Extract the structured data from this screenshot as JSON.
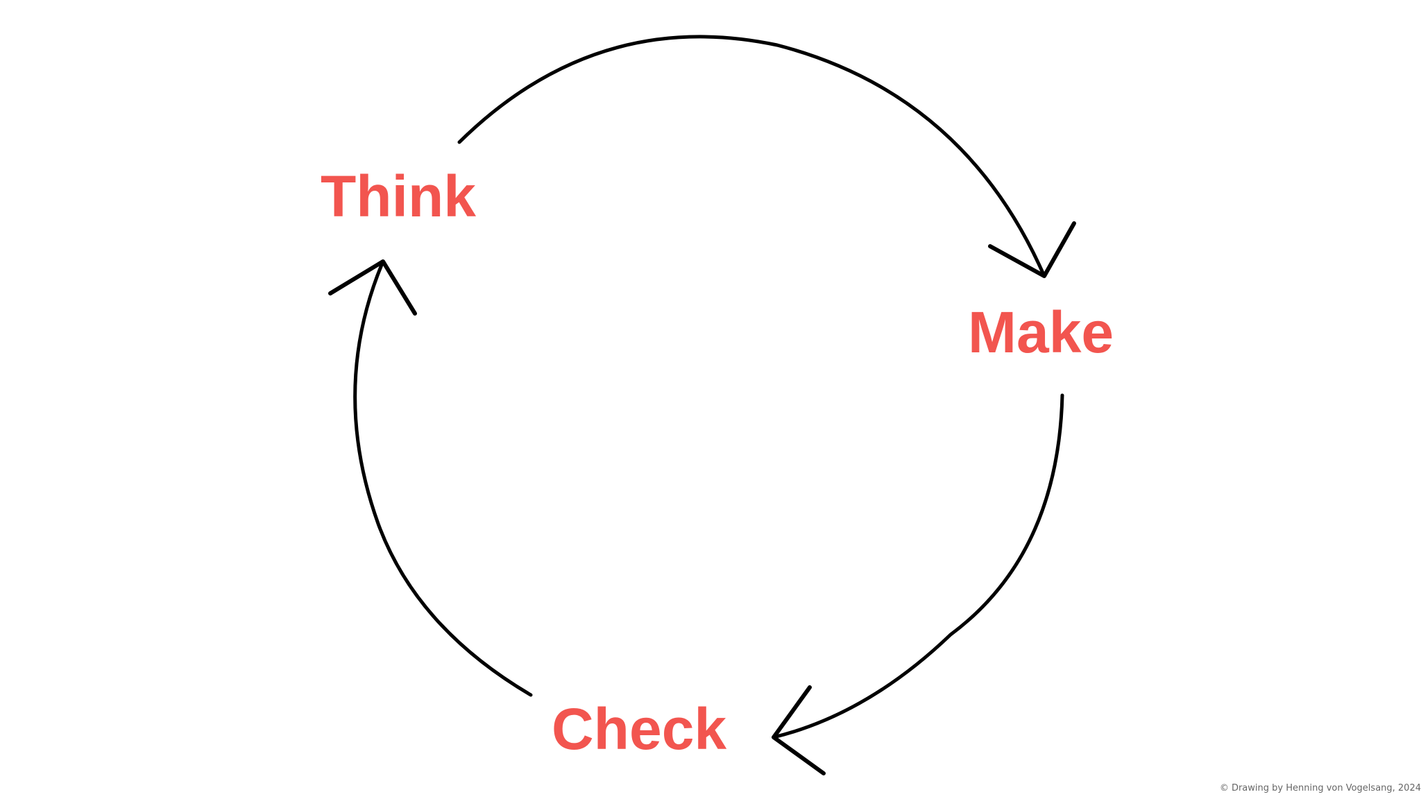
{
  "diagram": {
    "type": "cycle",
    "stages": [
      {
        "id": "think",
        "label": "Think"
      },
      {
        "id": "make",
        "label": "Make"
      },
      {
        "id": "check",
        "label": "Check"
      }
    ],
    "flow": [
      "think",
      "make",
      "check",
      "think"
    ]
  },
  "credit": "© Drawing by Henning von Vogelsang, 2024",
  "colors": {
    "label": "#f2554f",
    "arrow": "#000000",
    "credit": "#666666",
    "background": "#ffffff"
  }
}
